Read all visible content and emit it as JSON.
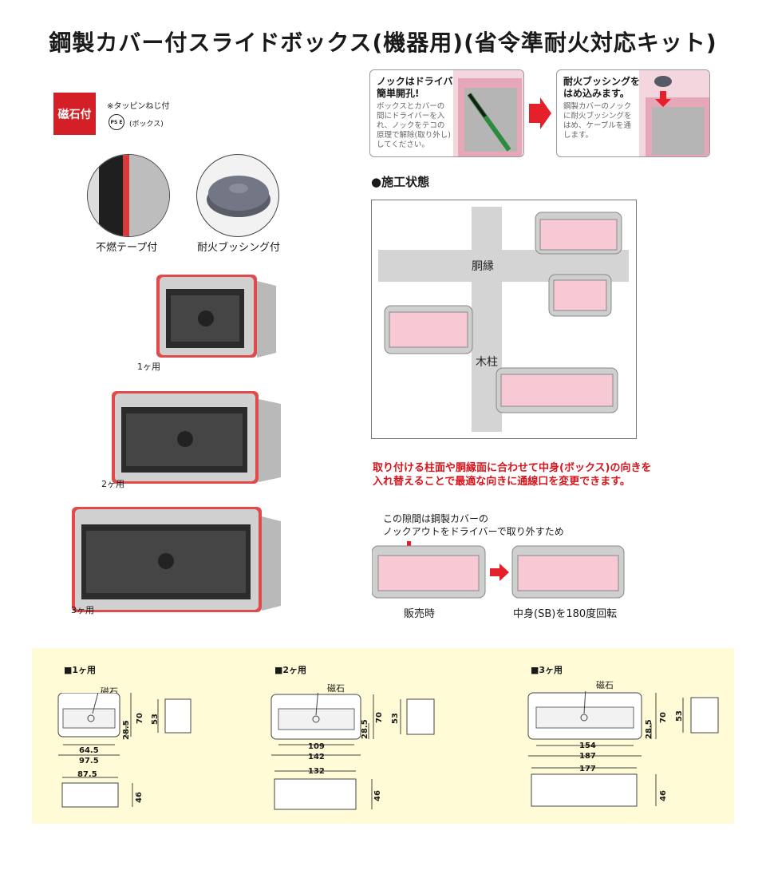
{
  "title": "鋼製カバー付スライドボックス(機器用)(省令準耐火対応キット)",
  "badge": "磁石付",
  "notes": {
    "tapping_screw": "※タッピンねじ付",
    "pse": "PS E",
    "pse_scope": "(ボックス)"
  },
  "features": [
    {
      "label": "不燃テープ付"
    },
    {
      "label": "耐火ブッシング付"
    }
  ],
  "products": [
    {
      "label": "1ヶ用"
    },
    {
      "label": "2ヶ用"
    },
    {
      "label": "3ヶ用"
    }
  ],
  "callout_knock": {
    "lead_a": "ノックはドライバーで",
    "lead_b": "簡単開孔!",
    "body": [
      "ボックスとカバーの",
      "間にドライバーを入",
      "れ、ノックをテコの",
      "原理で解除(取り外し)",
      "してください。"
    ]
  },
  "callout_bushing": {
    "lead_a": "耐火ブッシングを",
    "lead_b": "はめ込みます。",
    "body": [
      "鋼製カバーのノック",
      "に耐火ブッシングを",
      "はめ、ケーブルを通",
      "します。"
    ]
  },
  "install": {
    "heading": "●施工状態",
    "beam_label": "胴縁",
    "post_label": "木柱"
  },
  "orientation_note": "取り付ける柱面や胴縁面に合わせて中身(ボックス)の向きを入れ替えることで最適な向きに通線口を変更できます。",
  "gap_note": [
    "この隙間は鋼製カバーの",
    "ノックアウトをドライバーで取り外すため"
  ],
  "rotation": {
    "before": "販売時",
    "after": "中身(SB)を180度回転"
  },
  "dimensions": [
    {
      "heading": "■1ヶ用",
      "magnet": "磁石",
      "width_inner": "64.5",
      "width_outer": "97.5",
      "height": "70",
      "offset": "28.5",
      "depth_front": "53",
      "bottom_width": "87.5",
      "bottom_depth": "46"
    },
    {
      "heading": "■2ヶ用",
      "magnet": "磁石",
      "width_inner": "109",
      "width_outer": "142",
      "height": "70",
      "offset": "28.5",
      "depth_front": "53",
      "bottom_width": "132",
      "bottom_depth": "46"
    },
    {
      "heading": "■3ヶ用",
      "magnet": "磁石",
      "width_inner": "154",
      "width_outer": "187",
      "height": "70",
      "offset": "28.5",
      "depth_front": "53",
      "bottom_width": "177",
      "bottom_depth": "46"
    }
  ],
  "colors": {
    "accent_red": "#d41f26",
    "panel_bg": "#fffbd6",
    "box_pink": "#f6c9d4",
    "box_gray": "#c8c8c8"
  }
}
